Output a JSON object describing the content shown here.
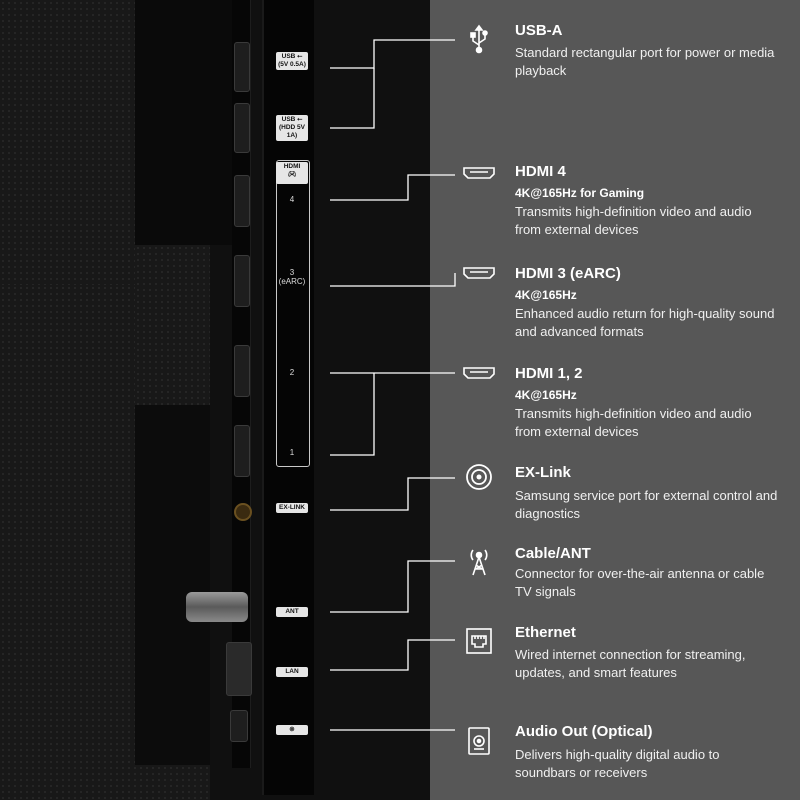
{
  "port_labels": {
    "usb1_l1": "USB ⭠",
    "usb1_l2": "(5V 0.5A)",
    "usb2_l1": "USB ⭠",
    "usb2_l2": "(HDD 5V 1A)",
    "hdmi": "HDMI",
    "hdmi4": "4",
    "hdmi3_l1": "3",
    "hdmi3_l2": "(eARC)",
    "hdmi2": "2",
    "hdmi1": "1",
    "exlink": "EX-LINK",
    "ant": "ANT",
    "lan": "LAN"
  },
  "items": [
    {
      "icon": "usb-icon",
      "title": "USB-A",
      "subtitle": "",
      "description": "Standard rectangular port for power or media playback"
    },
    {
      "icon": "hdmi-icon",
      "title": "HDMI 4",
      "subtitle": "4K@165Hz for Gaming",
      "description": "Transmits high-definition video and audio from external devices"
    },
    {
      "icon": "hdmi-icon",
      "title": "HDMI 3 (eARC)",
      "subtitle": "4K@165Hz",
      "description": "Enhanced audio return for high-quality sound and advanced formats"
    },
    {
      "icon": "hdmi-icon",
      "title": "HDMI 1, 2",
      "subtitle": "4K@165Hz",
      "description": "Transmits high-definition video and audio from external devices"
    },
    {
      "icon": "exlink-icon",
      "title": "EX-Link",
      "subtitle": "",
      "description": "Samsung service port for external control and diagnostics"
    },
    {
      "icon": "antenna-icon",
      "title": "Cable/ANT",
      "subtitle": "",
      "description": "Connector for over-the-air antenna or cable TV signals"
    },
    {
      "icon": "ethernet-icon",
      "title": "Ethernet",
      "subtitle": "",
      "description": "Wired internet connection for streaming, updates, and smart features"
    },
    {
      "icon": "optical-audio-icon",
      "title": "Audio Out (Optical)",
      "subtitle": "",
      "description": "Delivers high-quality digital audio to soundbars or receivers"
    }
  ]
}
